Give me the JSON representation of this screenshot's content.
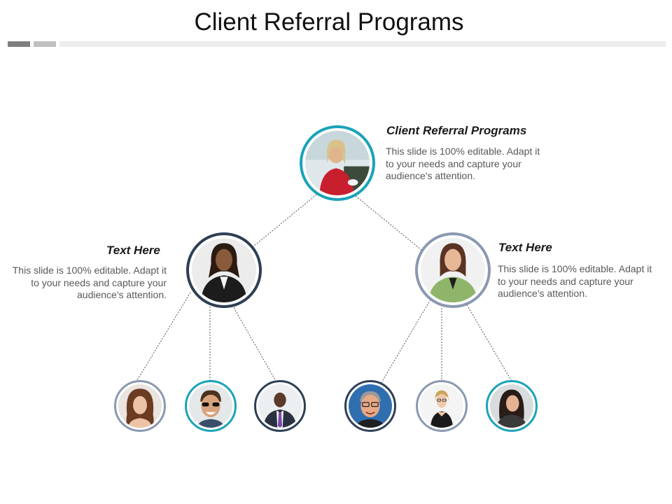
{
  "title": "Client Referral Programs",
  "colors": {
    "teal": "#1aa3b8",
    "navy": "#2e3f54",
    "slate": "#8a99b0",
    "gray_bar_dark": "#7f7f7f",
    "gray_bar_light": "#bfbfbf",
    "text_gray": "#595959"
  },
  "top": {
    "heading": "Client Referral Programs",
    "body": "This slide is 100% editable. Adapt it to your needs and capture your audience's attention.",
    "photo": "woman-red-dress-photo"
  },
  "left": {
    "heading": "Text Here",
    "body": "This slide is 100% editable. Adapt it to your needs and capture your audience's attention.",
    "photo": "woman-black-suit-photo"
  },
  "right": {
    "heading": "Text Here",
    "body": "This slide is 100% editable. Adapt it to your needs and capture your audience's attention.",
    "photo": "woman-green-jacket-photo"
  },
  "leaves": [
    {
      "photo": "woman-curly-hair-photo"
    },
    {
      "photo": "man-sunglasses-photo"
    },
    {
      "photo": "man-suit-purple-tie-photo"
    },
    {
      "photo": "man-glasses-photo"
    },
    {
      "photo": "woman-blonde-glasses-photo"
    },
    {
      "photo": "woman-dark-hair-photo"
    }
  ]
}
